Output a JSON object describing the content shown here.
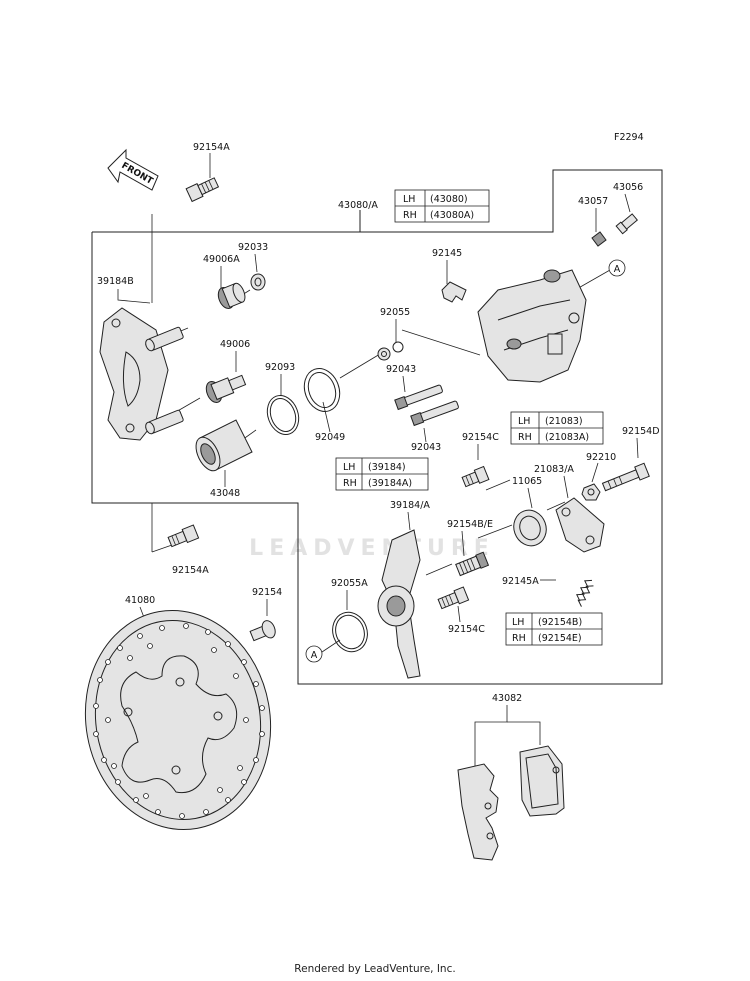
{
  "figure_code": "F2294",
  "front_arrow": "FRONT",
  "watermark": "LEADVENTURE",
  "footer": "Rendered by LeadVenture, Inc.",
  "ref_markers": {
    "a1": "A",
    "a2": "A"
  },
  "labels": {
    "p92154A_top": "92154A",
    "p43080A": "43080/A",
    "p43056": "43056",
    "p43057": "43057",
    "p39184B": "39184B",
    "p49006A": "49006A",
    "p92033": "92033",
    "p92145": "92145",
    "p92055": "92055",
    "p49006": "49006",
    "p92093": "92093",
    "p92043a": "92043",
    "p92049": "92049",
    "p92043b": "92043",
    "p43048": "43048",
    "p92154C_top": "92154C",
    "p21083A": "21083/A",
    "p92210": "92210",
    "p92154D": "92154D",
    "p11065": "11065",
    "p39184A": "39184/A",
    "p92154BE": "92154B/E",
    "p92145A": "92145A",
    "p92154A_bot": "92154A",
    "p92055A": "92055A",
    "p92154C_bot": "92154C",
    "p41080": "41080",
    "p92154": "92154",
    "p43082": "43082"
  },
  "tables": {
    "t43080": {
      "lh": "LH",
      "lh_val": "(43080)",
      "rh": "RH",
      "rh_val": "(43080A)"
    },
    "t21083": {
      "lh": "LH",
      "lh_val": "(21083)",
      "rh": "RH",
      "rh_val": "(21083A)"
    },
    "t39184": {
      "lh": "LH",
      "lh_val": "(39184)",
      "rh": "RH",
      "rh_val": "(39184A)"
    },
    "t92154": {
      "lh": "LH",
      "lh_val": "(92154B)",
      "rh": "RH",
      "rh_val": "(92154E)"
    }
  }
}
